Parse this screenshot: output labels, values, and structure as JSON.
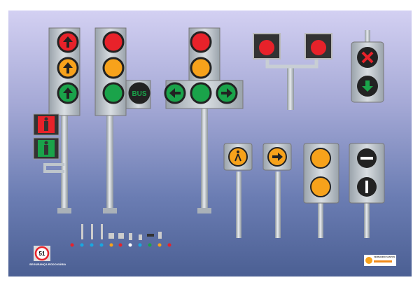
{
  "signs": {
    "bus_label": "BUS",
    "logo_left_text": "SEGURANÇA RODOVIÁRIA",
    "logo_left_number": "51",
    "logo_right_name": "FERNANDO SANTOS"
  },
  "colors": {
    "red": "#e8222a",
    "amber": "#f7a21b",
    "green": "#1aa34a",
    "housing": "#b9c0c6",
    "pole": "#c8ced4",
    "lamp_dark": "#1c1c1c"
  }
}
